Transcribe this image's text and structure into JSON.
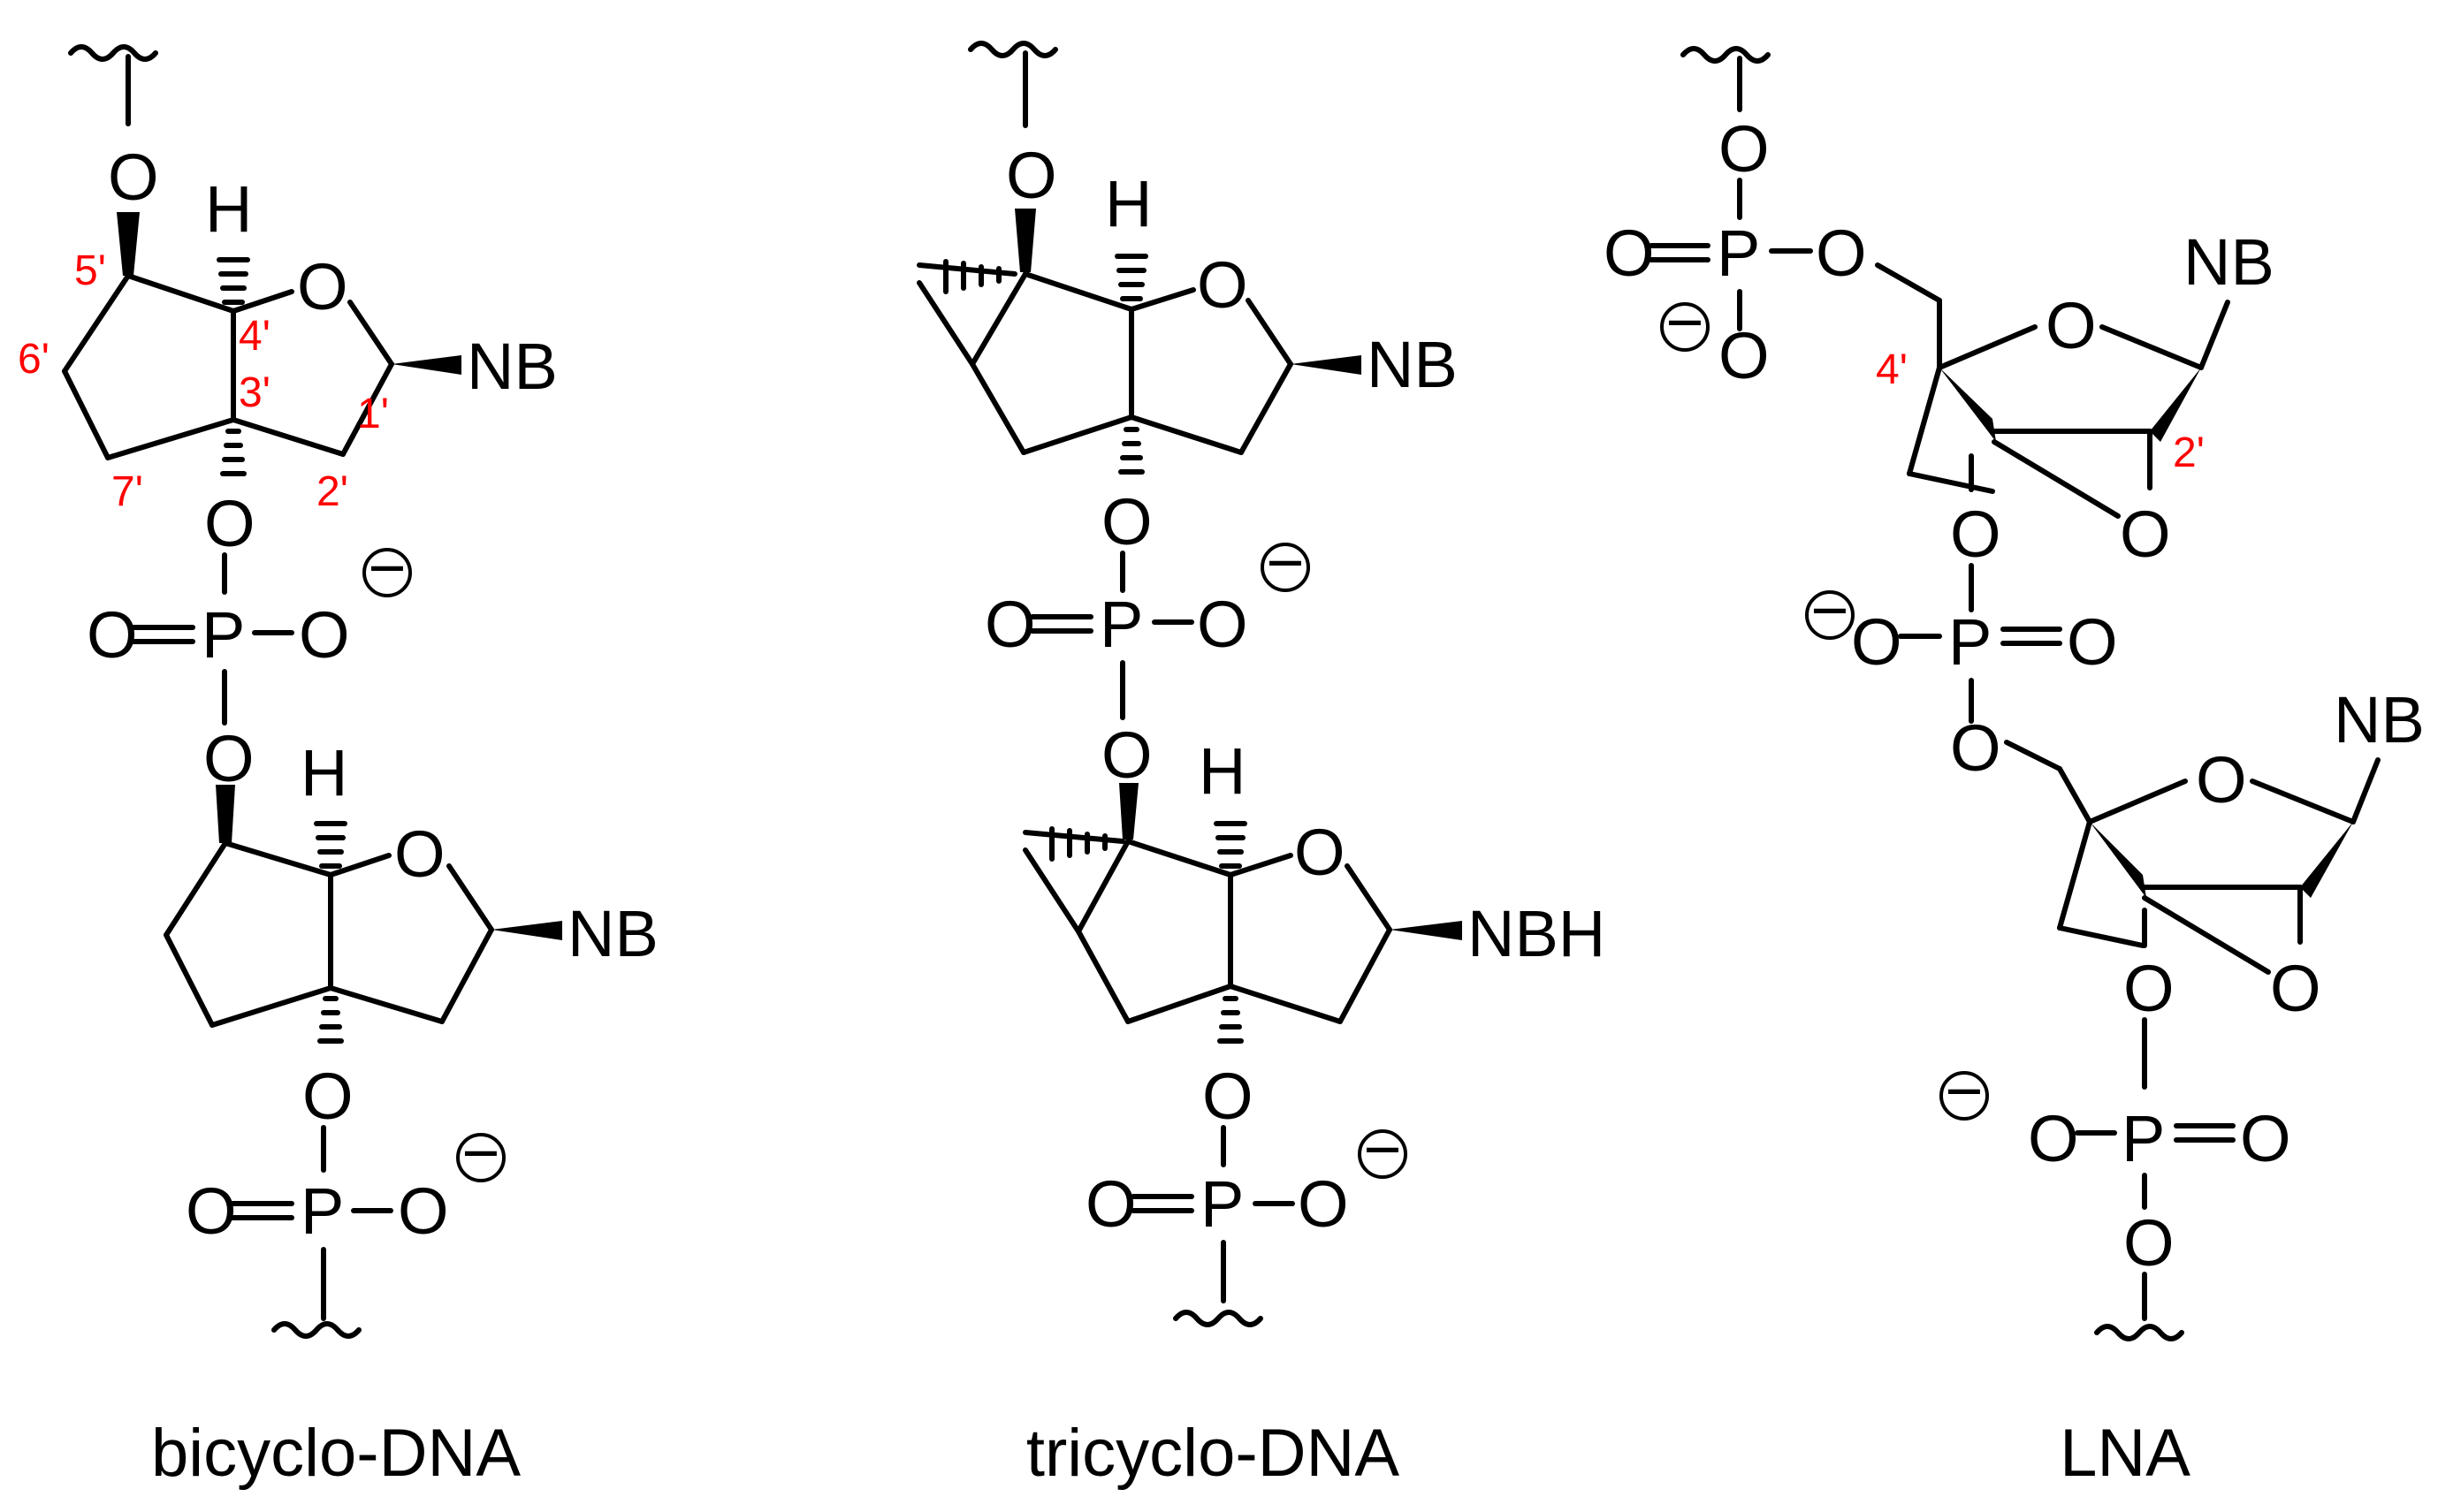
{
  "colors": {
    "bond": "#000000",
    "numbering": "#ff0000"
  },
  "structures": [
    {
      "name": "bicyclo-DNA",
      "caption": "bicyclo-DNA",
      "atoms": {
        "o_top": "O",
        "h_top": "H",
        "o_ring_top": "O",
        "nb_top": "NB",
        "o_3": "O",
        "p_1": "P",
        "o_p1_left": "O",
        "o_p1_right": "O",
        "o_link": "O",
        "h_bot": "H",
        "o_ring_bot": "O",
        "nb_bot": "NB",
        "o_3b": "O",
        "p_2": "P",
        "o_p2_left": "O",
        "o_p2_right": "O"
      },
      "numbering": [
        "5'",
        "4'",
        "3'",
        "6'",
        "1'",
        "7'",
        "2'"
      ]
    },
    {
      "name": "tricyclo-DNA",
      "caption": "tricyclo-DNA",
      "atoms": {
        "o_top": "O",
        "h_top": "H",
        "o_ring_top": "O",
        "nb_top": "NB",
        "o_3": "O",
        "p_1": "P",
        "o_p1_left": "O",
        "o_p1_right": "O",
        "o_link": "O",
        "h_bot": "H",
        "o_ring_bot": "O",
        "nb_bot": "NBH",
        "o_3b": "O",
        "p_2": "P",
        "o_p2_left": "O",
        "o_p2_right": "O"
      }
    },
    {
      "name": "LNA",
      "caption": "LNA",
      "atoms": {
        "o_p0_top": "O",
        "o_p0_left": "O",
        "p_0": "P",
        "o_p0_right": "O",
        "o_p0_bot": "O",
        "o_ring_top": "O",
        "nb_top": "NB",
        "o_bridge_top": "O",
        "o_3": "O",
        "o_p1_left": "O",
        "p_1": "P",
        "o_p1_right": "O",
        "o_link": "O",
        "o_ring_bot": "O",
        "nb_bot": "NB",
        "o_bridge_bot": "O",
        "o_3b": "O",
        "o_p2_left": "O",
        "p_2": "P",
        "o_p2_right": "O",
        "o_p2_bot": "O"
      },
      "numbering": [
        "4'",
        "2'"
      ]
    }
  ],
  "charge_symbol": "−"
}
